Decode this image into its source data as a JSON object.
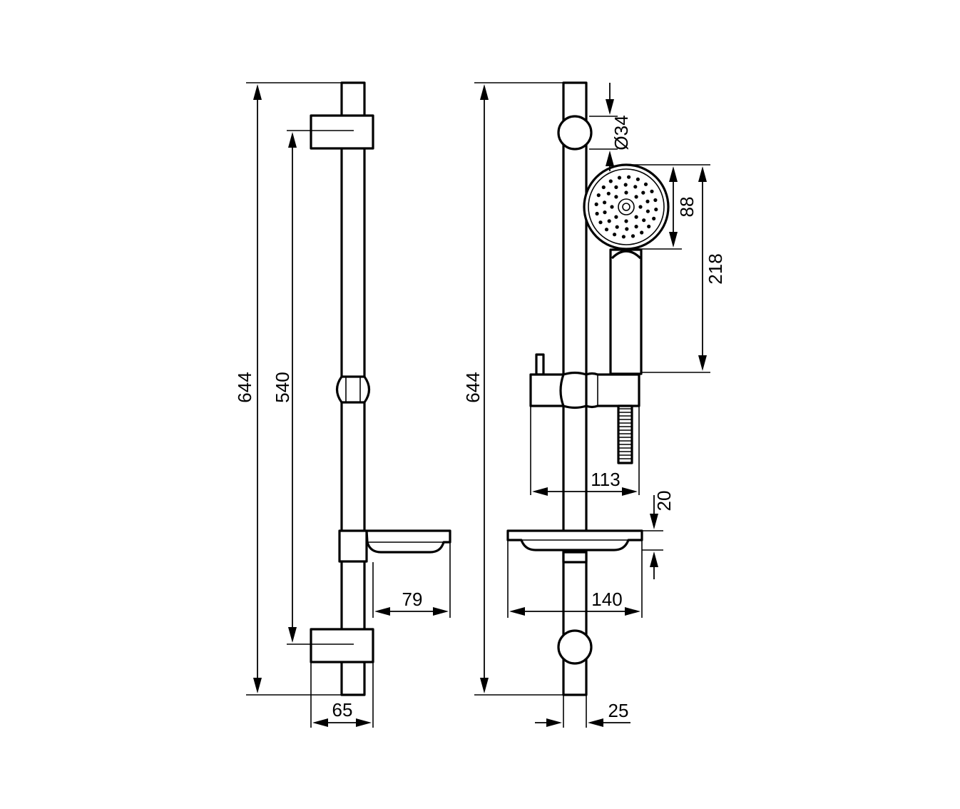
{
  "dimensions": {
    "left_total_height": "644",
    "left_bracket_spacing": "540",
    "left_bracket_depth": "65",
    "left_dish_depth": "79",
    "right_total_height": "644",
    "slider_diameter": "Ø34",
    "head_diameter": "88",
    "head_to_holder": "218",
    "holder_depth": "113",
    "dish_thickness": "20",
    "dish_width": "140",
    "rail_diameter": "25"
  }
}
